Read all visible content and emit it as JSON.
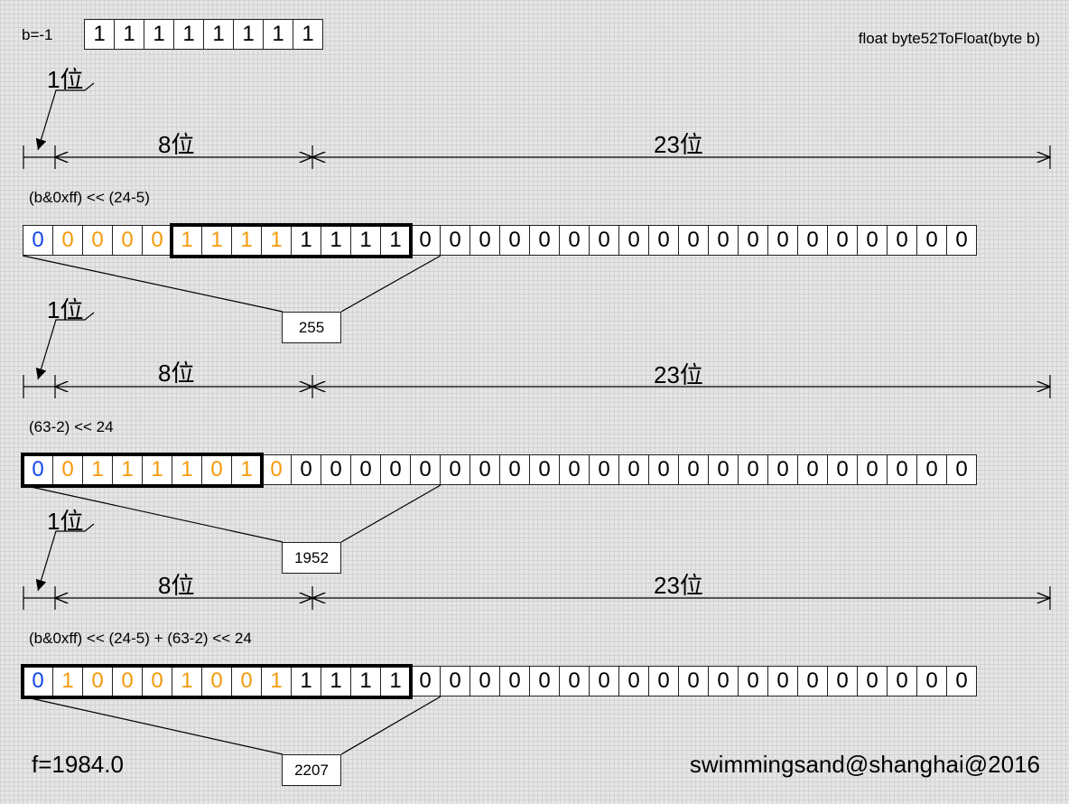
{
  "function_signature": "float byte52ToFloat(byte b)",
  "input": {
    "label": "b=-1",
    "bits": [
      "1",
      "1",
      "1",
      "1",
      "1",
      "1",
      "1",
      "1"
    ]
  },
  "field_labels": {
    "sign": "1位",
    "exponent": "8位",
    "mantissa": "23位"
  },
  "rows": [
    {
      "expression": "(b&0xff) << (24-5)",
      "bits": [
        "0",
        "0",
        "0",
        "0",
        "0",
        "1",
        "1",
        "1",
        "1",
        "1",
        "1",
        "1",
        "1",
        "0",
        "0",
        "0",
        "0",
        "0",
        "0",
        "0",
        "0",
        "0",
        "0",
        "0",
        "0",
        "0",
        "0",
        "0",
        "0",
        "0",
        "0",
        "0"
      ],
      "value_box": "255"
    },
    {
      "expression": "(63-2) << 24",
      "bits": [
        "0",
        "0",
        "1",
        "1",
        "1",
        "1",
        "0",
        "1",
        "0",
        "0",
        "0",
        "0",
        "0",
        "0",
        "0",
        "0",
        "0",
        "0",
        "0",
        "0",
        "0",
        "0",
        "0",
        "0",
        "0",
        "0",
        "0",
        "0",
        "0",
        "0",
        "0",
        "0"
      ],
      "value_box": "1952"
    },
    {
      "expression": "(b&0xff) << (24-5) + (63-2) << 24",
      "bits": [
        "0",
        "1",
        "0",
        "0",
        "0",
        "1",
        "0",
        "0",
        "1",
        "1",
        "1",
        "1",
        "1",
        "0",
        "0",
        "0",
        "0",
        "0",
        "0",
        "0",
        "0",
        "0",
        "0",
        "0",
        "0",
        "0",
        "0",
        "0",
        "0",
        "0",
        "0",
        "0"
      ],
      "value_box": "2207"
    }
  ],
  "result": "f=1984.0",
  "credit": "swimmingsand@shanghai@2016",
  "colors": {
    "sign": "#1447e6",
    "exponent": "#f59a0c",
    "other": "#000000"
  }
}
